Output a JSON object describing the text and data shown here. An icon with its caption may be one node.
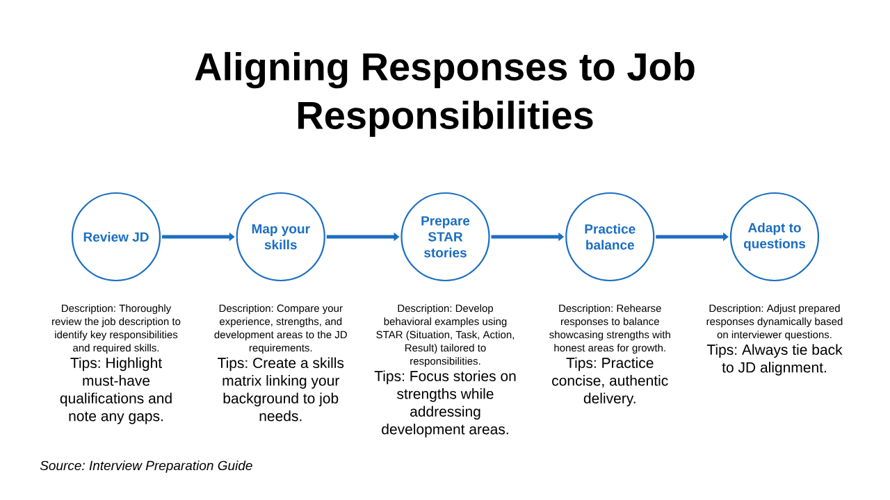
{
  "diagram": {
    "title": "Aligning Responses to Job Responsibilities",
    "nodes": [
      {
        "text": [
          "Review JD"
        ],
        "beside": [
          "Description: Thoroughly review the job description to identify key responsibilities and required skills.",
          "Tips: Highlight must-have qualifications and note any gaps."
        ]
      },
      {
        "text": [
          "Map your skills"
        ],
        "beside": [
          "Description: Compare your experience, strengths, and development areas to the JD requirements.",
          "Tips: Create a skills matrix linking your background to job needs."
        ]
      },
      {
        "text": [
          "Prepare STAR stories"
        ],
        "beside": [
          "Description: Develop behavioral examples using STAR (Situation, Task, Action, Result) tailored to responsibilities.",
          "Tips: Focus stories on strengths while addressing development areas."
        ]
      },
      {
        "text": [
          "Practice balance"
        ],
        "beside": [
          "Description: Rehearse responses to balance showcasing strengths with honest areas for growth.",
          "Tips: Practice concise, authentic delivery."
        ]
      },
      {
        "text": [
          "Adapt to questions"
        ],
        "beside": [
          "Description: Adjust prepared responses dynamically based on interviewer questions.",
          "Tips: Always tie back to JD alignment."
        ]
      }
    ],
    "edges": [
      {
        "from": 0,
        "to": 1,
        "arrow": "to"
      },
      {
        "from": 1,
        "to": 2,
        "arrow": "to"
      },
      {
        "from": 2,
        "to": 3,
        "arrow": "to"
      },
      {
        "from": 3,
        "to": 4,
        "arrow": "to"
      }
    ],
    "labels": [
      "Source: Interview Preparation Guide"
    ]
  }
}
